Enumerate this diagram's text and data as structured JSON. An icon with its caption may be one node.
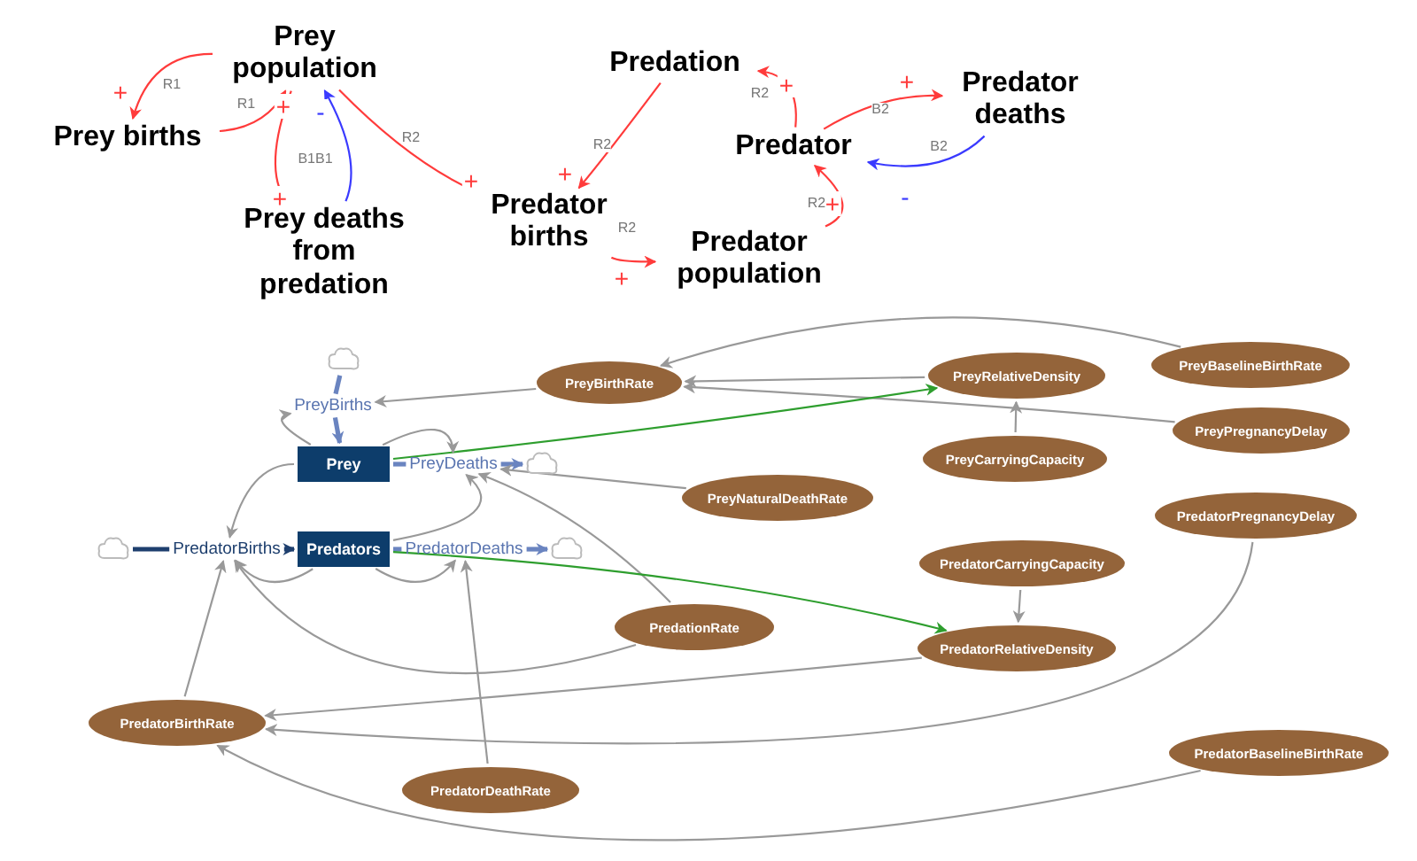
{
  "diagram": {
    "nodes": [
      {
        "text": [
          "Prey population"
        ]
      },
      {
        "text": [
          "Prey births"
        ]
      },
      {
        "text": [
          "Prey deaths from predation"
        ]
      },
      {
        "text": [
          "Predation"
        ]
      },
      {
        "text": [
          "Predator births"
        ]
      },
      {
        "text": [
          "Predator"
        ]
      },
      {
        "text": [
          "Predator deaths"
        ]
      },
      {
        "text": [
          "Predator population"
        ]
      },
      {
        "text": [
          "Prey"
        ]
      },
      {
        "text": [
          "Predators"
        ]
      },
      {
        "text": [],
        "shape": "cloud"
      },
      {
        "text": [],
        "shape": "cloud"
      },
      {
        "text": [],
        "shape": "cloud"
      },
      {
        "text": [],
        "shape": "cloud"
      },
      {
        "text": [
          "PreyBirths"
        ]
      },
      {
        "text": [
          "PreyDeaths"
        ]
      },
      {
        "text": [
          "PredatorBirths"
        ]
      },
      {
        "text": [
          "PredatorDeaths"
        ]
      },
      {
        "text": [
          "PreyBirthRate"
        ]
      },
      {
        "text": [
          "PreyRelativeDensity"
        ]
      },
      {
        "text": [
          "PreyBaselineBirthRate"
        ]
      },
      {
        "text": [
          "PreyPregnancyDelay"
        ]
      },
      {
        "text": [
          "PreyCarryingCapacity"
        ]
      },
      {
        "text": [
          "PreyNaturalDeathRate"
        ]
      },
      {
        "text": [
          "PredatorPregnancyDelay"
        ]
      },
      {
        "text": [
          "PredatorCarryingCapacity"
        ]
      },
      {
        "text": [
          "PredationRate"
        ]
      },
      {
        "text": [
          "PredatorRelativeDensity"
        ]
      },
      {
        "text": [
          "PredatorBirthRate"
        ]
      },
      {
        "text": [
          "PredatorDeathRate"
        ]
      },
      {
        "text": [
          "PredatorBaselineBirthRate"
        ]
      }
    ],
    "edges": [
      {
        "from": 0,
        "to": 1,
        "arrow": "to",
        "label": "+",
        "color": "#ff3b3b"
      },
      {
        "from": 1,
        "to": 0,
        "arrow": "to",
        "label": "+",
        "color": "#ff3b3b"
      },
      {
        "from": 0,
        "to": 2,
        "arrow": "to",
        "label": "+",
        "color": "#ff3b3b"
      },
      {
        "from": 2,
        "to": 0,
        "arrow": "to",
        "label": "-",
        "color": "#3a3aff"
      },
      {
        "from": 0,
        "to": 4,
        "arrow": "to",
        "label": "+",
        "color": "#ff3b3b"
      },
      {
        "from": 3,
        "to": 4,
        "arrow": "to",
        "label": "+",
        "color": "#ff3b3b"
      },
      {
        "from": 4,
        "to": 7,
        "arrow": "to",
        "label": "+",
        "color": "#ff3b3b"
      },
      {
        "from": 7,
        "to": 5,
        "arrow": "to",
        "label": "+",
        "color": "#ff3b3b"
      },
      {
        "from": 5,
        "to": 3,
        "arrow": "to",
        "label": "+",
        "color": "#ff3b3b"
      },
      {
        "from": 5,
        "to": 6,
        "arrow": "to",
        "label": "+",
        "color": "#ff3b3b"
      },
      {
        "from": 6,
        "to": 5,
        "arrow": "to",
        "label": "-",
        "color": "#3a3aff"
      },
      {
        "from": 10,
        "to": 14,
        "arrow": "none",
        "style": "thick",
        "color": "#6a84c0"
      },
      {
        "from": 14,
        "to": 8,
        "arrow": "to",
        "style": "thick",
        "color": "#6a84c0"
      },
      {
        "from": 8,
        "to": 15,
        "arrow": "none",
        "style": "thick",
        "color": "#6a84c0"
      },
      {
        "from": 15,
        "to": 11,
        "arrow": "to",
        "style": "thick",
        "color": "#6a84c0"
      },
      {
        "from": 12,
        "to": 16,
        "arrow": "none",
        "style": "thick",
        "color": "#1e3f6e"
      },
      {
        "from": 16,
        "to": 9,
        "arrow": "to",
        "style": "thick",
        "color": "#1e3f6e"
      },
      {
        "from": 9,
        "to": 17,
        "arrow": "none",
        "style": "thick",
        "color": "#6a84c0"
      },
      {
        "from": 17,
        "to": 13,
        "arrow": "to",
        "style": "thick",
        "color": "#6a84c0"
      },
      {
        "from": 18,
        "to": 14,
        "arrow": "to"
      },
      {
        "from": 8,
        "to": 14,
        "arrow": "to"
      },
      {
        "from": 20,
        "to": 18,
        "arrow": "to"
      },
      {
        "from": 19,
        "to": 18,
        "arrow": "to"
      },
      {
        "from": 21,
        "to": 18,
        "arrow": "to"
      },
      {
        "from": 8,
        "to": 19,
        "arrow": "to",
        "color": "#2e9e2e"
      },
      {
        "from": 22,
        "to": 19,
        "arrow": "to"
      },
      {
        "from": 23,
        "to": 15,
        "arrow": "to"
      },
      {
        "from": 8,
        "to": 15,
        "arrow": "to"
      },
      {
        "from": 9,
        "to": 15,
        "arrow": "to"
      },
      {
        "from": 26,
        "to": 15,
        "arrow": "to"
      },
      {
        "from": 8,
        "to": 16,
        "arrow": "to"
      },
      {
        "from": 9,
        "to": 16,
        "arrow": "to"
      },
      {
        "from": 28,
        "to": 16,
        "arrow": "to"
      },
      {
        "from": 26,
        "to": 16,
        "arrow": "to"
      },
      {
        "from": 9,
        "to": 17,
        "arrow": "to"
      },
      {
        "from": 29,
        "to": 17,
        "arrow": "to"
      },
      {
        "from": 9,
        "to": 27,
        "arrow": "to",
        "color": "#2e9e2e"
      },
      {
        "from": 25,
        "to": 27,
        "arrow": "to"
      },
      {
        "from": 27,
        "to": 28,
        "arrow": "to"
      },
      {
        "from": 24,
        "to": 28,
        "arrow": "to"
      },
      {
        "from": 30,
        "to": 28,
        "arrow": "to"
      }
    ],
    "labels": [
      "R1",
      "R2",
      "R1",
      "B2",
      "R2",
      "R2",
      "B2",
      "B1B1",
      "R2",
      "R2"
    ]
  }
}
